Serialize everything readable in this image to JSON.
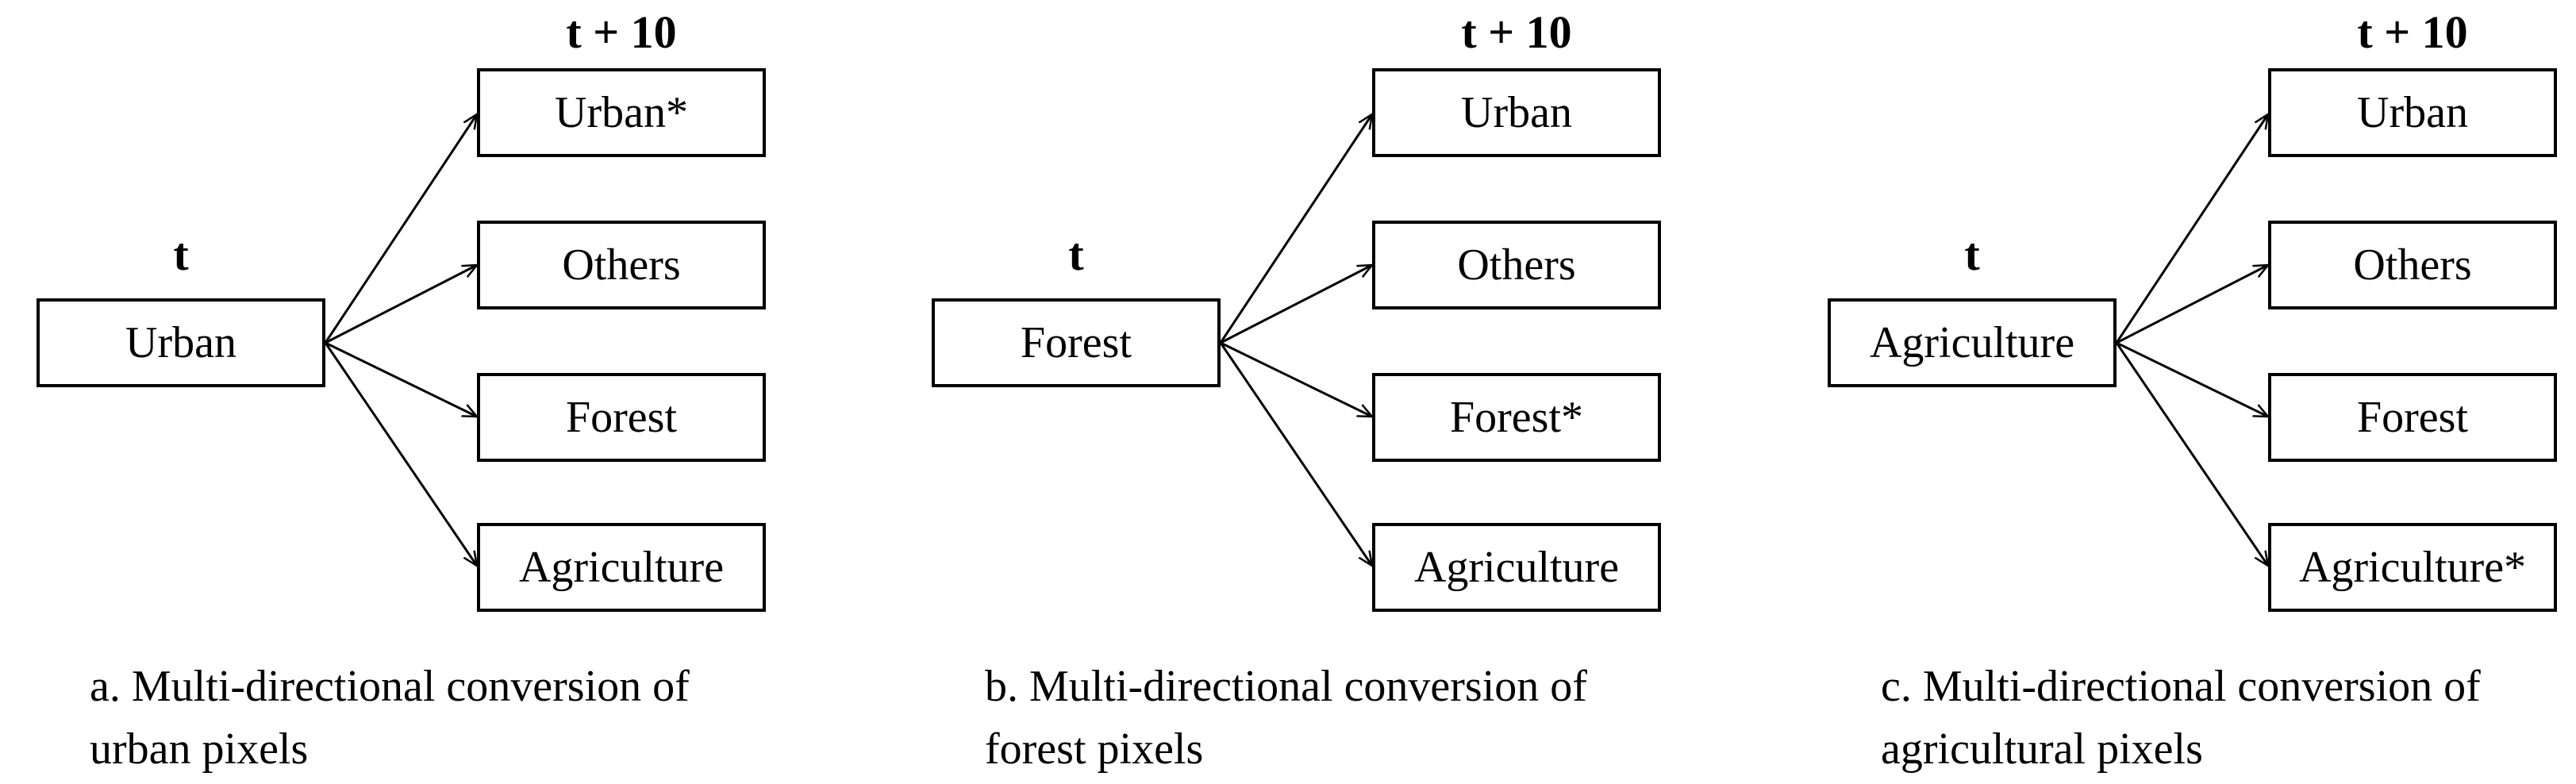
{
  "panels": [
    {
      "time_label": "t",
      "future_label": "t + 10",
      "source": "Urban",
      "targets": [
        "Urban*",
        "Others",
        "Forest",
        "Agriculture"
      ],
      "caption_line1": "a. Multi-directional conversion of",
      "caption_line2": "urban pixels"
    },
    {
      "time_label": "t",
      "future_label": "t + 10",
      "source": "Forest",
      "targets": [
        "Urban",
        "Others",
        "Forest*",
        "Agriculture"
      ],
      "caption_line1": "b. Multi-directional conversion of",
      "caption_line2": "forest pixels"
    },
    {
      "time_label": "t",
      "future_label": "t + 10",
      "source": "Agriculture",
      "targets": [
        "Urban",
        "Others",
        "Forest",
        "Agriculture*"
      ],
      "caption_line1": "c. Multi-directional conversion of",
      "caption_line2": "agricultural pixels"
    }
  ]
}
